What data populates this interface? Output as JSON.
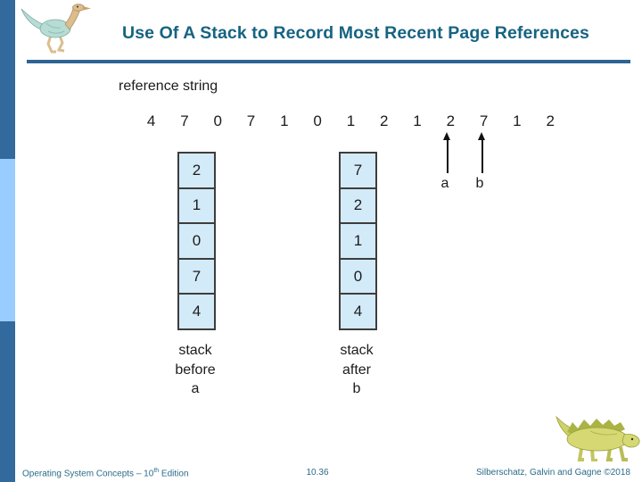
{
  "slide": {
    "title": "Use Of A Stack to Record Most Recent Page References",
    "footer": {
      "left_prefix": "Operating System Concepts – 10",
      "left_superscript": "th",
      "left_suffix": " Edition",
      "page_number": "10.36",
      "right": "Silberschatz, Galvin and Gagne ©2018"
    }
  },
  "figure": {
    "reference_string_label": "reference string",
    "reference_string": [
      "4",
      "7",
      "0",
      "7",
      "1",
      "0",
      "1",
      "2",
      "1",
      "2",
      "7",
      "1",
      "2"
    ],
    "arrows": [
      {
        "label": "a",
        "points_to_index": 9
      },
      {
        "label": "b",
        "points_to_index": 10
      }
    ],
    "stack_before": {
      "cells": [
        "2",
        "1",
        "0",
        "7",
        "4"
      ],
      "label_lines": [
        "stack",
        "before",
        "a"
      ]
    },
    "stack_after": {
      "cells": [
        "7",
        "2",
        "1",
        "0",
        "4"
      ],
      "label_lines": [
        "stack",
        "after",
        "b"
      ]
    }
  },
  "colors": {
    "title_text": "#176382",
    "title_rule": "#2e6494",
    "sidebar_dark": "#336a9d",
    "sidebar_light": "#99ccff",
    "stack_cell_fill": "#d3eaf8",
    "stack_border": "#3d3d3d",
    "footer_text": "#2b6b89"
  }
}
